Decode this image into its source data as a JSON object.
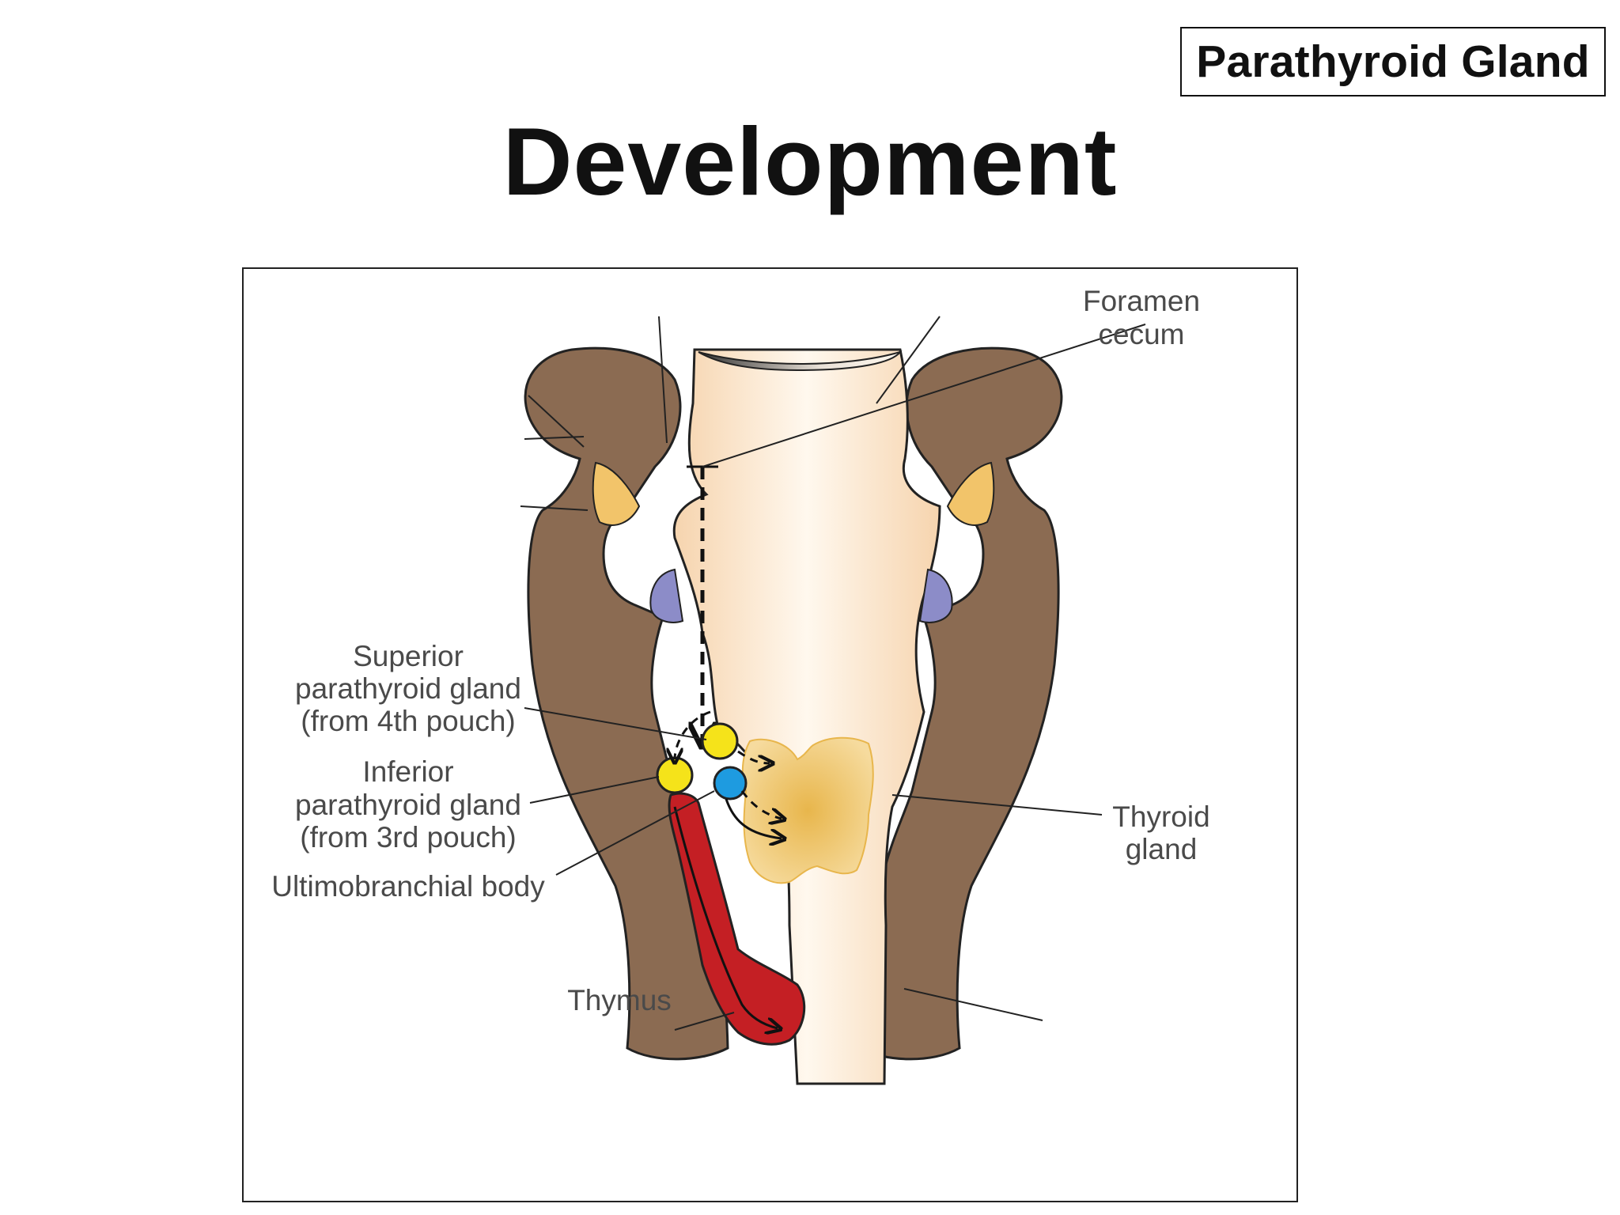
{
  "slide": {
    "section_badge": "Parathyroid Gland",
    "title": "Development"
  },
  "diagram": {
    "labels": {
      "foramen_cecum": [
        "Foramen",
        "cecum"
      ],
      "superior_parathyroid": [
        "Superior",
        "parathyroid gland",
        "(from 4th pouch)"
      ],
      "inferior_parathyroid": [
        "Inferior",
        "parathyroid gland",
        "(from 3rd pouch)"
      ],
      "ultimobranchial": "Ultimobranchial body",
      "thymus": "Thymus",
      "thyroid_gland": [
        "Thyroid",
        "gland"
      ]
    },
    "colors": {
      "arch_tissue": "#8B6B52",
      "pharynx_lumen": "#FBE4CC",
      "pharynx_rim": "#F3CFA4",
      "pouch_yellow": "#F2C46A",
      "tonsil_purple": "#8C8CC8",
      "thyroid": "#EDC46D",
      "parathyroid": "#F5E31A",
      "ultimobranchial": "#1E9BE0",
      "thymus": "#C41F24",
      "outline": "#222222"
    }
  }
}
